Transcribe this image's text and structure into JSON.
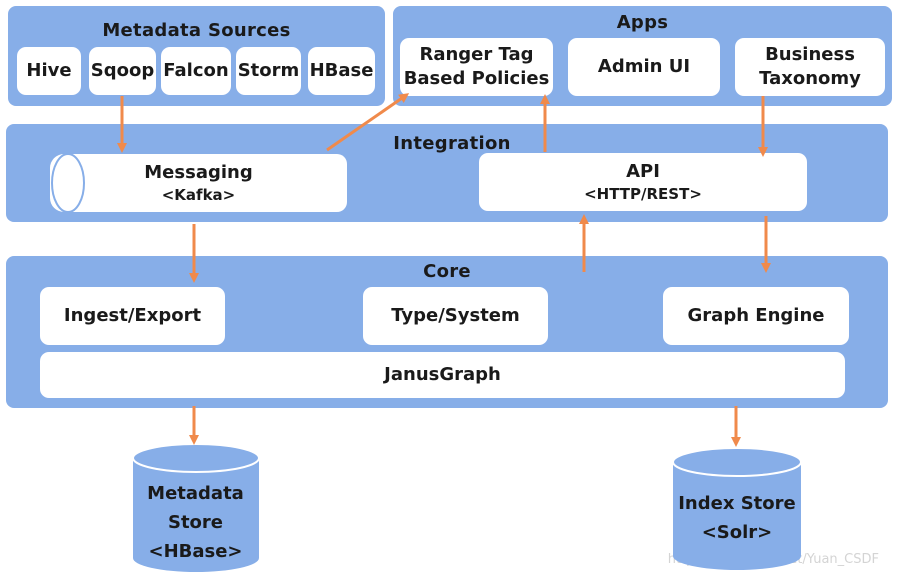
{
  "metadata_sources": {
    "title": "Metadata Sources",
    "items": [
      "Hive",
      "Sqoop",
      "Falcon",
      "Storm",
      "HBase"
    ]
  },
  "apps": {
    "title": "Apps",
    "ranger_line1": "Ranger Tag",
    "ranger_line2": "Based Policies",
    "admin_ui": "Admin UI",
    "business_line1": "Business",
    "business_line2": "Taxonomy"
  },
  "integration": {
    "title": "Integration",
    "messaging": "Messaging",
    "messaging_sub": "<Kafka>",
    "api": "API",
    "api_sub": "<HTTP/REST>"
  },
  "core": {
    "title": "Core",
    "ingest_export": "Ingest/Export",
    "type_system": "Type/System",
    "graph_engine": "Graph Engine",
    "janusgraph": "JanusGraph"
  },
  "stores": {
    "metadata_line1": "Metadata",
    "metadata_line2": "Store",
    "metadata_line3": "<HBase>",
    "index_line1": "Index Store",
    "index_line2": "<Solr>"
  },
  "watermark": "https://blog.csdn.net/Yuan_CSDF",
  "colors": {
    "panel": "#87aee8",
    "box": "#ffffff",
    "arrow": "#f08a4b"
  }
}
